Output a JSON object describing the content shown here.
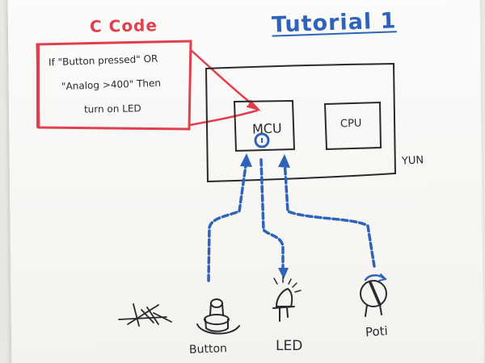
{
  "whiteboard": {
    "c_code_title": "C Code",
    "tutorial_title": "Tutorial 1",
    "code_box": {
      "line_1": "If \"Button pressed\" OR",
      "line_2": "\"Analog >400\" Then",
      "line_3": "turn on LED"
    },
    "board_label": "YUN",
    "mcu_label": "MCU",
    "cpu_label": "CPU",
    "button_label": "Button",
    "led_label": "LED",
    "poti_label": "Poti"
  },
  "colors": {
    "marker_red": "#e0404e",
    "marker_blue": "#2f63b9",
    "marker_black": "#2a2a2e",
    "paper": "#f8f7f4",
    "wall": "#e9e7e4"
  }
}
